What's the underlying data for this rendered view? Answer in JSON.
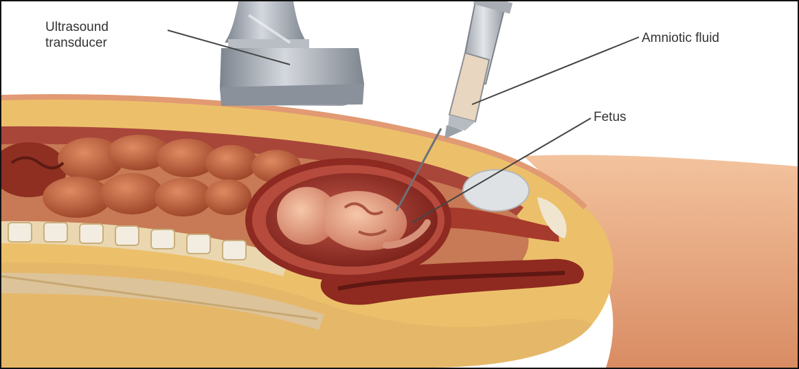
{
  "labels": {
    "transducer_line1": "Ultrasound",
    "transducer_line2": "transducer",
    "amniotic": "Amniotic fluid",
    "fetus": "Fetus"
  },
  "colors": {
    "skin": "#e9a57f",
    "fat": "#e8bf6a",
    "muscle": "#9a2f22",
    "intestine": "#b75f3c",
    "uterus": "#8e2a22",
    "bone": "#d9c7a3",
    "instrument": "#9da3ad"
  }
}
